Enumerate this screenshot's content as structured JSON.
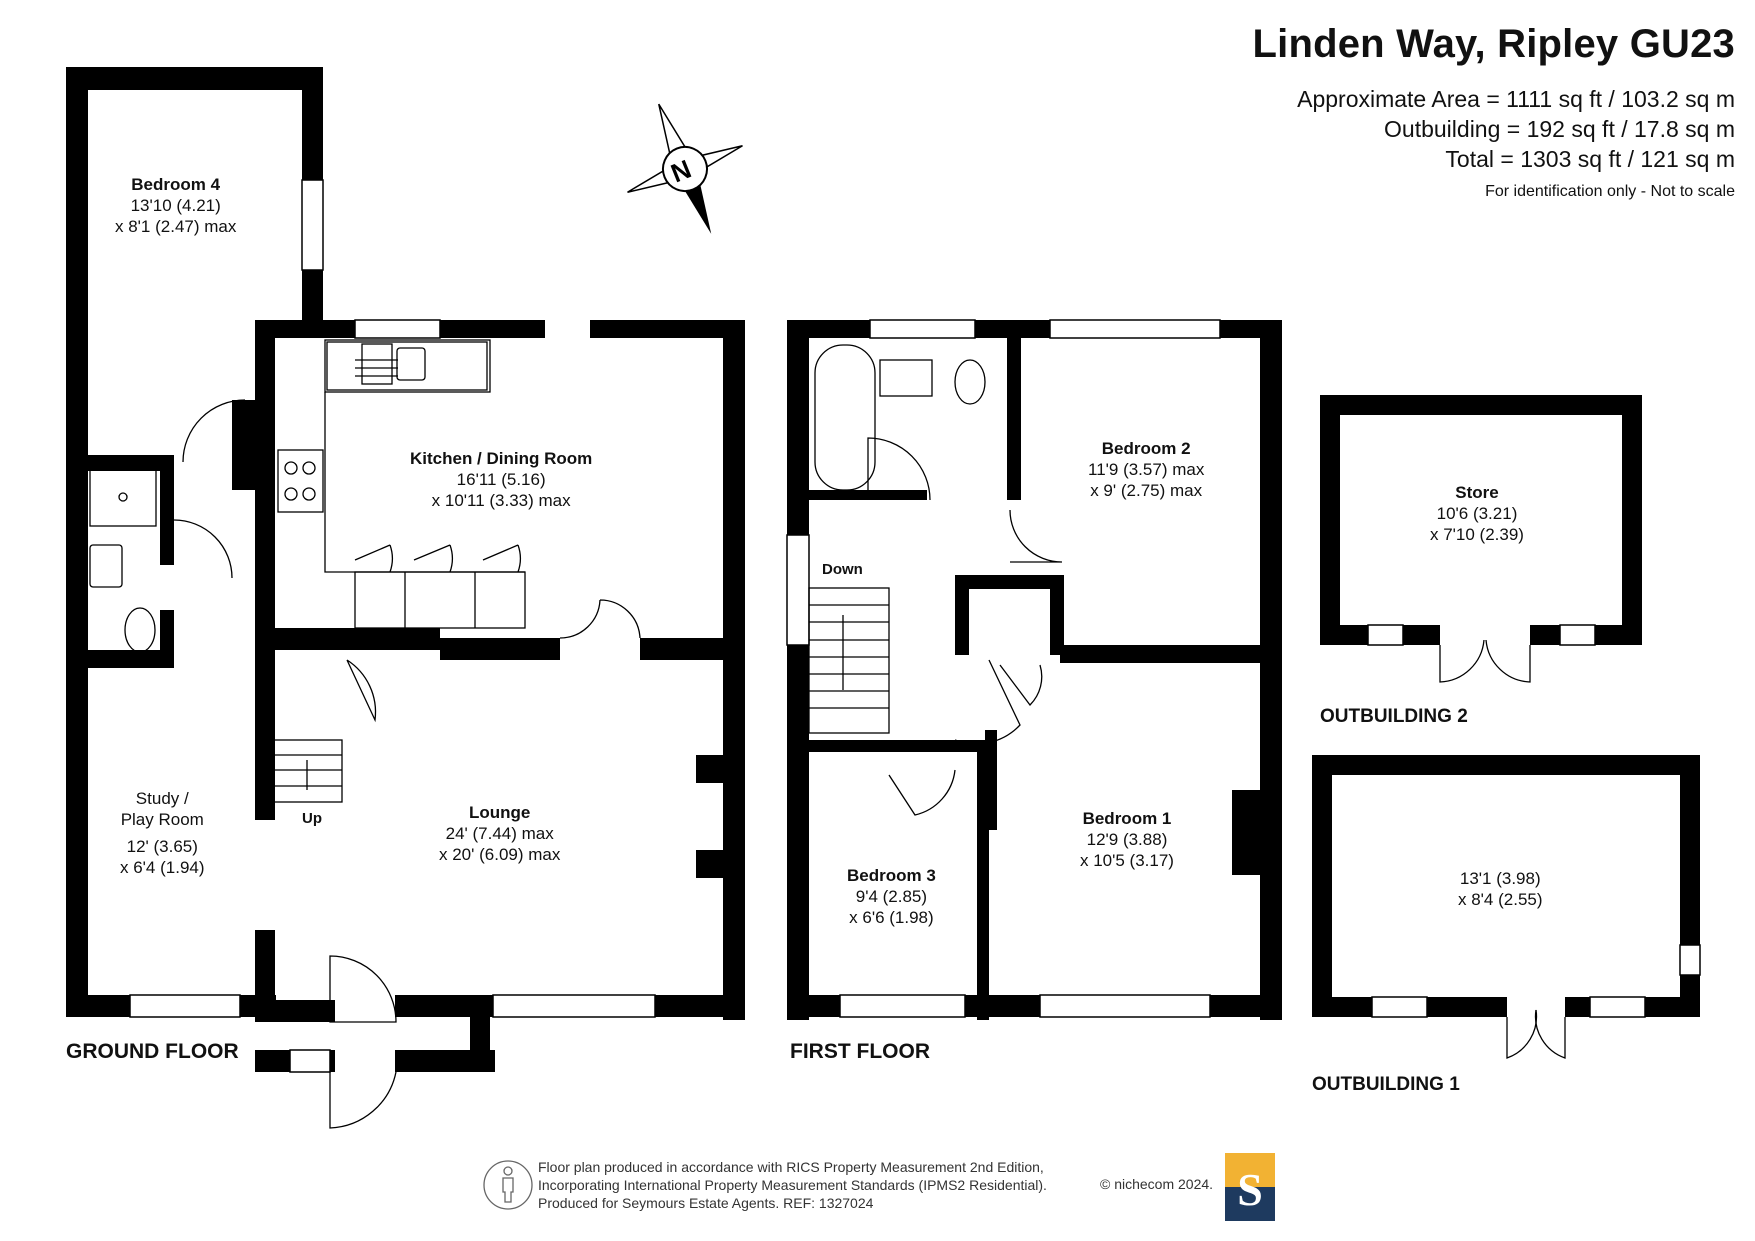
{
  "header": {
    "title": "Linden Way, Ripley GU23",
    "area_lines": [
      "Approximate Area = 1111 sq ft / 103.2 sq m",
      "Outbuilding = 192  sq ft / 17.8 sq m",
      "Total = 1303 sq ft / 121 sq m"
    ],
    "note": "For identification only - Not to scale"
  },
  "compass": {
    "letter": "N"
  },
  "rooms": {
    "bedroom4": {
      "name": "Bedroom 4",
      "dim1": "13'10 (4.21)",
      "dim2": "x 8'1 (2.47) max"
    },
    "kitchen": {
      "name": "Kitchen / Dining Room",
      "dim1": "16'11 (5.16)",
      "dim2": "x 10'11 (3.33) max"
    },
    "study": {
      "name1": "Study /",
      "name2": "Play Room",
      "dim1": "12' (3.65)",
      "dim2": "x 6'4 (1.94)"
    },
    "lounge": {
      "name": "Lounge",
      "dim1": "24' (7.44) max",
      "dim2": "x 20' (6.09) max"
    },
    "bedroom2": {
      "name": "Bedroom 2",
      "dim1": "11'9 (3.57) max",
      "dim2": "x 9' (2.75) max"
    },
    "bedroom1": {
      "name": "Bedroom 1",
      "dim1": "12'9 (3.88)",
      "dim2": "x 10'5 (3.17)"
    },
    "bedroom3": {
      "name": "Bedroom 3",
      "dim1": "9'4 (2.85)",
      "dim2": "x 6'6 (1.98)"
    },
    "store": {
      "name": "Store",
      "dim1": "10'6 (3.21)",
      "dim2": "x 7'10 (2.39)"
    },
    "outbuilding1": {
      "dim1": "13'1 (3.98)",
      "dim2": "x 8'4 (2.55)"
    }
  },
  "stairs": {
    "up": "Up",
    "down": "Down"
  },
  "floors": {
    "ground": "GROUND FLOOR",
    "first": "FIRST FLOOR",
    "out2": "OUTBUILDING 2",
    "out1": "OUTBUILDING 1"
  },
  "footer": {
    "lines": [
      "Floor plan produced in accordance with RICS Property Measurement 2nd Edition,",
      "Incorporating International Property Measurement Standards (IPMS2 Residential).",
      "Produced for Seymours Estate Agents.   REF: 1327024"
    ],
    "copyright": "© nichecom 2024.",
    "logo_letter": "S"
  },
  "colors": {
    "wall": "#000000",
    "logo_yellow": "#f2b233",
    "logo_navy": "#1e3a5f"
  }
}
